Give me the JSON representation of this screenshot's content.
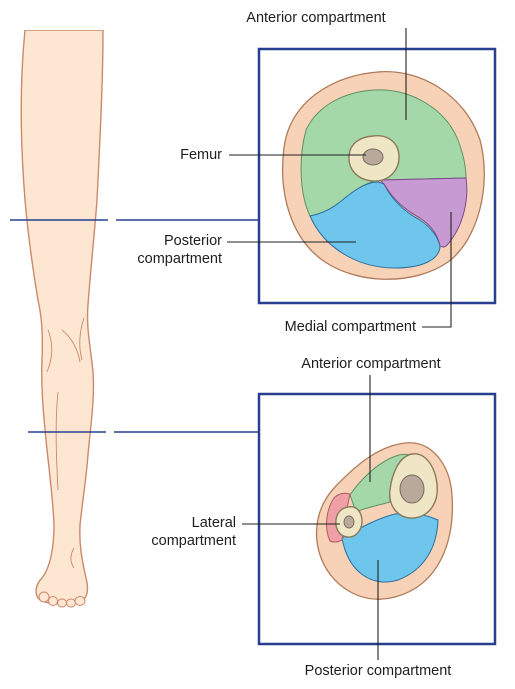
{
  "labels": {
    "thigh_anterior": "Anterior compartment",
    "femur": "Femur",
    "thigh_posterior_line1": "Posterior",
    "thigh_posterior_line2": "compartment",
    "thigh_medial": "Medial compartment",
    "leg_anterior": "Anterior compartment",
    "leg_lateral_line1": "Lateral",
    "leg_lateral_line2": "compartment",
    "leg_posterior": "Posterior compartment"
  },
  "colors": {
    "skin": "#fde7d3",
    "skin_outline": "#c98a6a",
    "fat_ring": "#f7d2b6",
    "anterior": "#a5d8a8",
    "posterior": "#6ec6ec",
    "medial": "#c79ad3",
    "lateral": "#ef9fa6",
    "bone": "#efe6c6",
    "marrow": "#b9a99a",
    "frame": "#283e8e",
    "leader": "#222222"
  }
}
